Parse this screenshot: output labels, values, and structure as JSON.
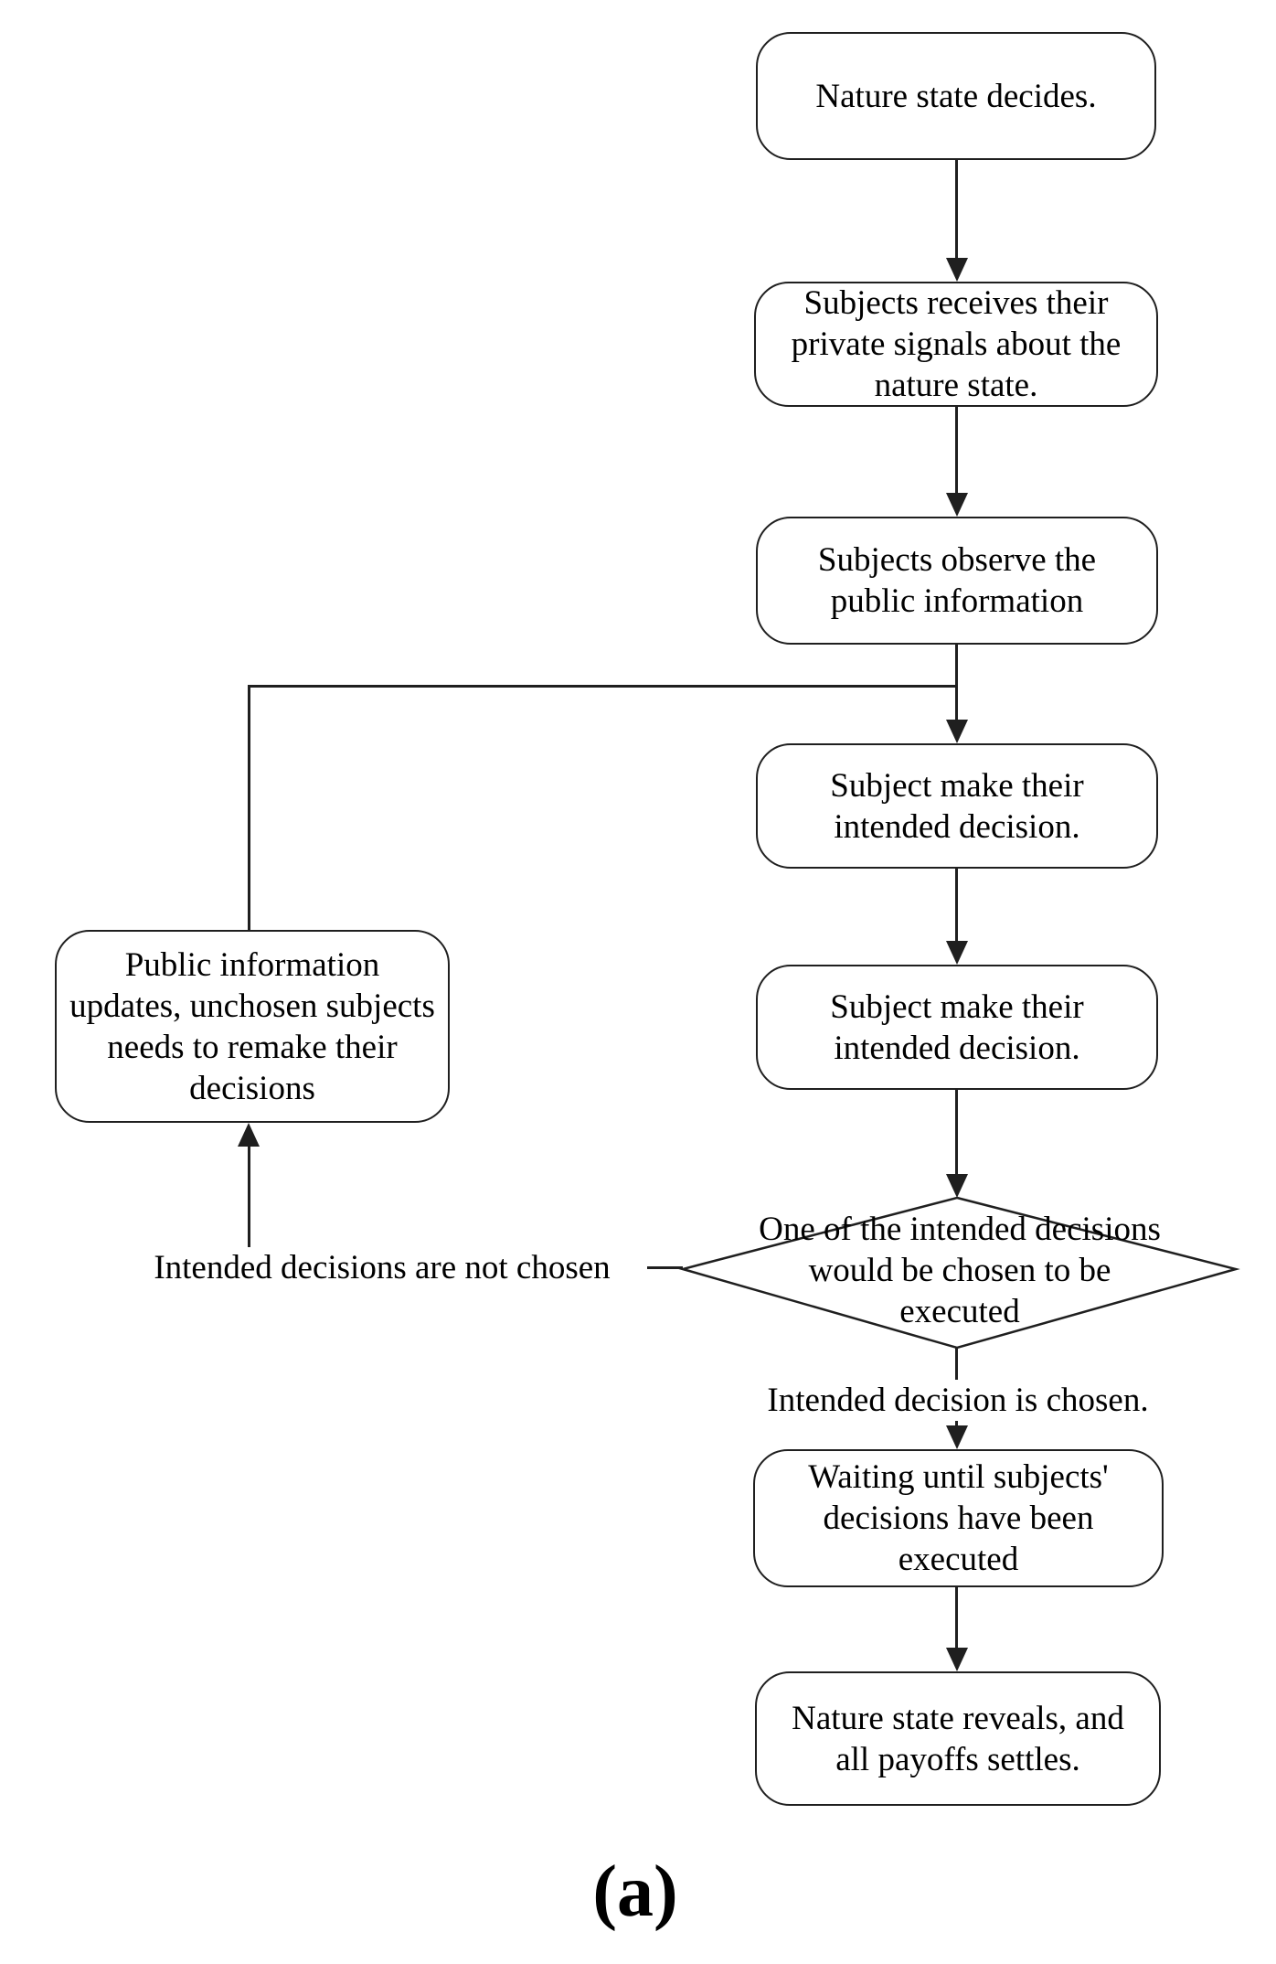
{
  "diagram": {
    "type": "flowchart",
    "caption": "(a)",
    "nodes": {
      "nature_decides": {
        "shape": "rounded-rect",
        "label": "Nature state decides."
      },
      "receive_signals": {
        "shape": "rounded-rect",
        "label": "Subjects receives their\nprivate signals about the\nnature state."
      },
      "observe_public": {
        "shape": "rounded-rect",
        "label": "Subjects observe the\npublic information"
      },
      "intended_decision_1": {
        "shape": "rounded-rect",
        "label": "Subject make their\nintended decision."
      },
      "intended_decision_2": {
        "shape": "rounded-rect",
        "label": "Subject make their\nintended decision."
      },
      "decision_diamond": {
        "shape": "diamond",
        "label": "One of the intended decisions\nwould be chosen to be\nexecuted"
      },
      "waiting_execute": {
        "shape": "rounded-rect",
        "label": "Waiting until subjects'\ndecisions have been\nexecuted"
      },
      "nature_reveals": {
        "shape": "rounded-rect",
        "label": "Nature state reveals, and\nall payoffs settles."
      },
      "public_updates": {
        "shape": "rounded-rect",
        "label": "Public information\nupdates, unchosen subjects\nneeds to remake their\ndecisions"
      }
    },
    "edge_labels": {
      "not_chosen": "Intended decisions are not chosen",
      "chosen": "Intended decision is chosen."
    },
    "colors": {
      "stroke": "#1f1f1f",
      "text": "#000000",
      "background": "#ffffff"
    }
  }
}
